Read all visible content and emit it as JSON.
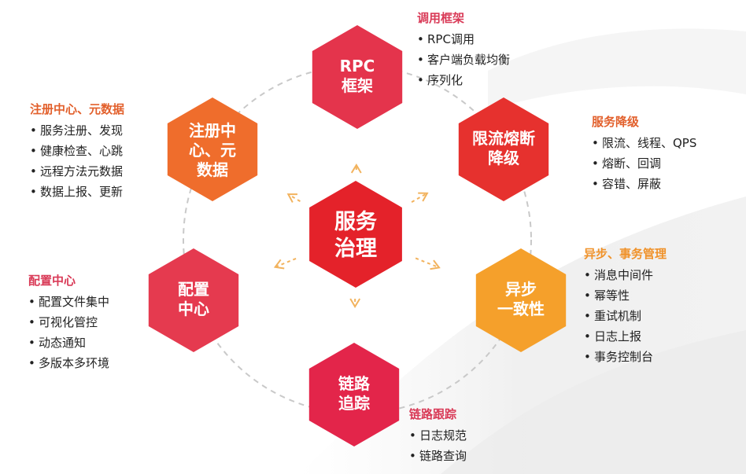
{
  "center": {
    "label": "服务\n治理",
    "color": "#e4222a"
  },
  "nodes": {
    "rpc": {
      "label": "RPC\n框架",
      "color": "#e4344c"
    },
    "registry": {
      "label": "注册中\n心、元\n数据",
      "color": "#ef6d2c"
    },
    "ratelimit": {
      "label": "限流熔断\n降级",
      "color": "#e6312e"
    },
    "config": {
      "label": "配置\n中心",
      "color": "#e53a4f"
    },
    "async": {
      "label": "异步\n一致性",
      "color": "#f5a02b"
    },
    "trace": {
      "label": "链路\n追踪",
      "color": "#e3254a"
    }
  },
  "info": {
    "rpc": {
      "title": "调用框架",
      "title_color": "#d93a57",
      "items": [
        "RPC调用",
        "客户端负载均衡",
        "序列化"
      ]
    },
    "registry": {
      "title": "注册中心、元数据",
      "title_color": "#e2602c",
      "items": [
        "服务注册、发现",
        "健康检查、心跳",
        "远程方法元数据",
        "数据上报、更新"
      ]
    },
    "ratelimit": {
      "title": "服务降级",
      "title_color": "#e2602c",
      "items": [
        "限流、线程、QPS",
        "熔断、回调",
        "容错、屏蔽"
      ]
    },
    "config": {
      "title": "配置中心",
      "title_color": "#d93a57",
      "items": [
        "配置文件集中",
        "可视化管控",
        "动态通知",
        "多版本多环境"
      ]
    },
    "async": {
      "title": "异步、事务管理",
      "title_color": "#f0922a",
      "items": [
        "消息中间件",
        "幂等性",
        "重试机制",
        "日志上报",
        "事务控制台"
      ]
    },
    "trace": {
      "title": "链路跟踪",
      "title_color": "#d93a57",
      "items": [
        "日志规范",
        "链路查询"
      ]
    }
  },
  "colors": {
    "ring": "#c9c9c9",
    "arrow": "#f2b35e"
  }
}
